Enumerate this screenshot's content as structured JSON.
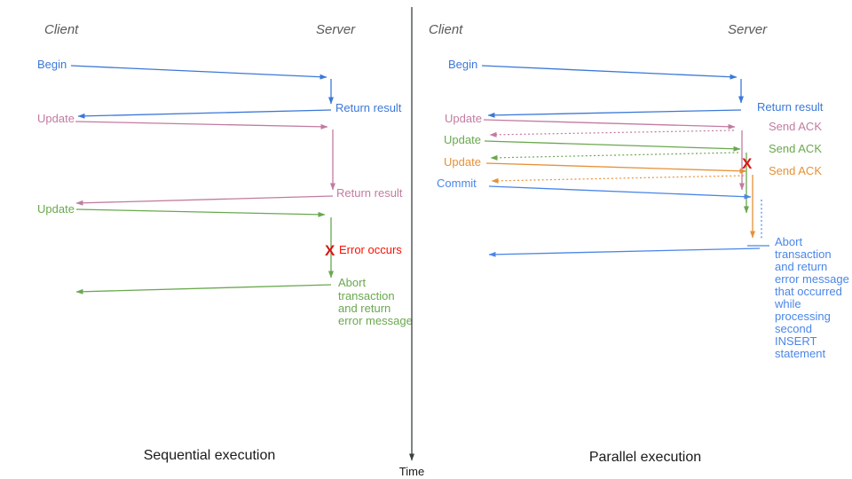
{
  "colors": {
    "blue": "#3c78d8",
    "blue2": "#4a86e8",
    "pink": "#c27ba0",
    "green": "#6aa84f",
    "orange": "#e69138",
    "red": "#fb0f00",
    "redx": "#d81616",
    "gray": "#595959"
  },
  "time_axis": {
    "label": "Time"
  },
  "left": {
    "title": "Sequential execution",
    "client": "Client",
    "server": "Server",
    "begin": "Begin",
    "return1": "Return result",
    "update1": "Update",
    "return2": "Return result",
    "update2": "Update",
    "error_x": "X",
    "error": "Error occurs",
    "abort_lines": [
      "Abort",
      "transaction",
      "and return",
      "error message"
    ]
  },
  "right": {
    "title": "Parallel execution",
    "client": "Client",
    "server": "Server",
    "begin": "Begin",
    "return1": "Return result",
    "update1": "Update",
    "ack1": "Send ACK",
    "update2": "Update",
    "ack2": "Send ACK",
    "update3": "Update",
    "ack3": "Send ACK",
    "commit": "Commit",
    "error_x": "X",
    "abort_lines": [
      "Abort",
      "transaction",
      "and return",
      "error message",
      "that occurred",
      "while",
      "processing",
      "second",
      "INSERT",
      "statement"
    ]
  }
}
